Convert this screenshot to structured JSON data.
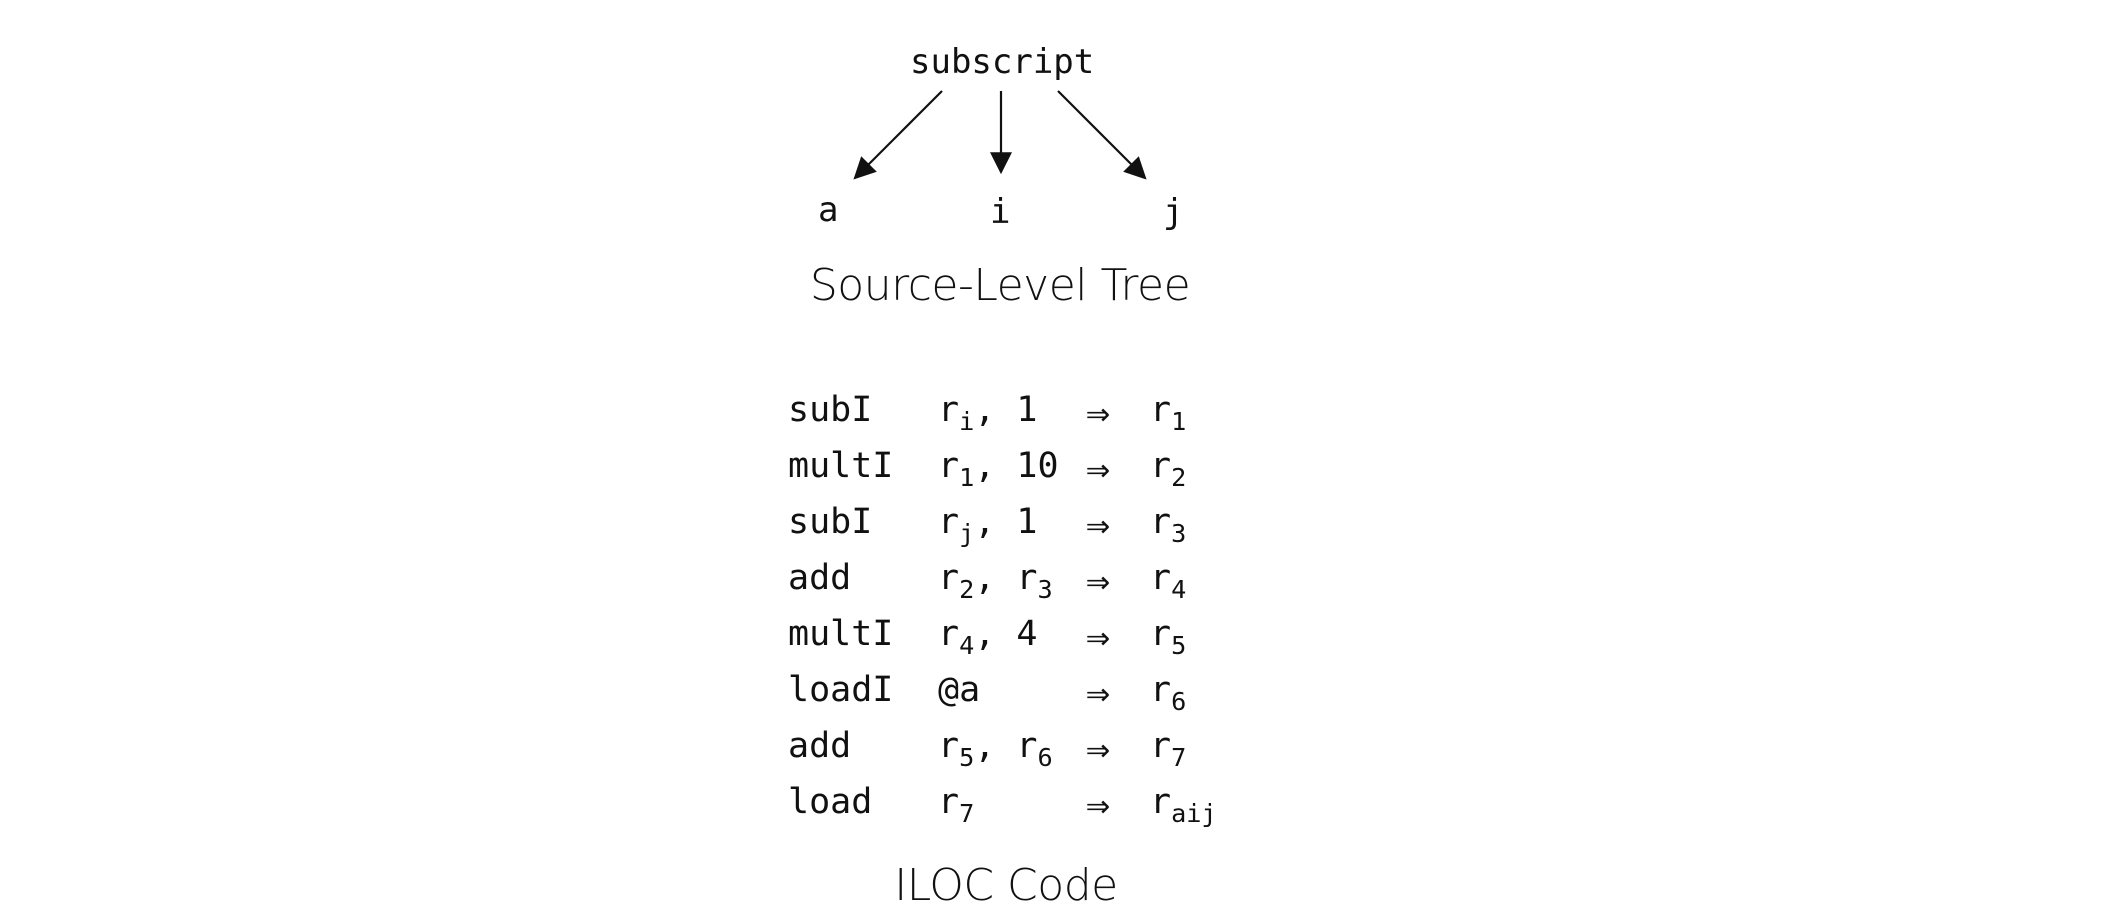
{
  "tree": {
    "root": "subscript",
    "children": [
      "a",
      "i",
      "j"
    ],
    "caption": "Source-Level Tree"
  },
  "iloc": {
    "caption": "ILOC Code",
    "arrow": "⇒",
    "rows": [
      {
        "op": "subI",
        "args": [
          {
            "reg": "r",
            "sub": "i"
          },
          {
            "text": "1"
          }
        ],
        "dest": {
          "reg": "r",
          "sub": "1"
        }
      },
      {
        "op": "multI",
        "args": [
          {
            "reg": "r",
            "sub": "1"
          },
          {
            "text": "10"
          }
        ],
        "dest": {
          "reg": "r",
          "sub": "2"
        }
      },
      {
        "op": "subI",
        "args": [
          {
            "reg": "r",
            "sub": "j"
          },
          {
            "text": "1"
          }
        ],
        "dest": {
          "reg": "r",
          "sub": "3"
        }
      },
      {
        "op": "add",
        "args": [
          {
            "reg": "r",
            "sub": "2"
          },
          {
            "reg": "r",
            "sub": "3"
          }
        ],
        "dest": {
          "reg": "r",
          "sub": "4"
        }
      },
      {
        "op": "multI",
        "args": [
          {
            "reg": "r",
            "sub": "4"
          },
          {
            "text": "4"
          }
        ],
        "dest": {
          "reg": "r",
          "sub": "5"
        }
      },
      {
        "op": "loadI",
        "args": [
          {
            "text": "@a"
          }
        ],
        "dest": {
          "reg": "r",
          "sub": "6"
        }
      },
      {
        "op": "add",
        "args": [
          {
            "reg": "r",
            "sub": "5"
          },
          {
            "reg": "r",
            "sub": "6"
          }
        ],
        "dest": {
          "reg": "r",
          "sub": "7"
        }
      },
      {
        "op": "load",
        "args": [
          {
            "reg": "r",
            "sub": "7"
          }
        ],
        "dest": {
          "reg": "r",
          "sub": "aij"
        }
      }
    ]
  }
}
